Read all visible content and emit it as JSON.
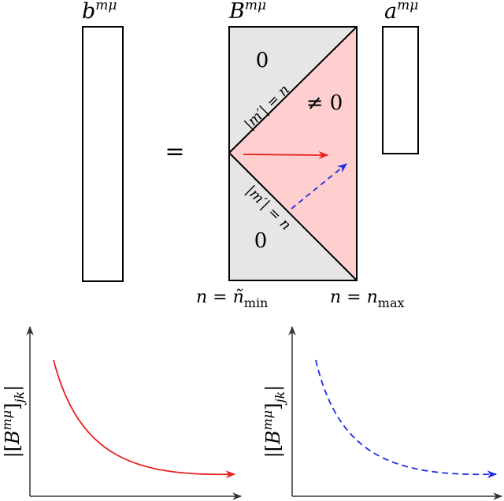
{
  "top": {
    "left_vector_label": {
      "base": "b",
      "sup": "mμ"
    },
    "equals": "=",
    "matrix_label": {
      "base": "B",
      "sup": "mμ"
    },
    "right_vector_label": {
      "base": "a",
      "sup": "mμ"
    },
    "region_top": "0",
    "region_bottom": "0",
    "region_right": "≠ 0",
    "diag_upper_label": {
      "lhs": "|m′|",
      "eq": " = ",
      "rhs": "n"
    },
    "diag_lower_label": {
      "lhs": "|m′|",
      "eq": " = ",
      "rhs": "n"
    },
    "bottom_left_label": {
      "lhs": "n",
      "eq": " = ",
      "rhs_base": "ñ",
      "rhs_sub": "min"
    },
    "bottom_right_label": {
      "lhs": "n",
      "eq": " = ",
      "rhs_base": "n",
      "rhs_sub": "max"
    }
  },
  "plots": [
    {
      "ylabel": {
        "open": "|[",
        "base": "B",
        "sup": "mμ",
        "close": "]",
        "sub": "jk",
        "bar": "|"
      },
      "style": "solid",
      "color": "#e8201c"
    },
    {
      "ylabel": {
        "open": "|[",
        "base": "B",
        "sup": "mμ",
        "close": "]",
        "sub": "jk",
        "bar": "|"
      },
      "style": "dashed",
      "color": "#1f2ee6"
    }
  ],
  "colors": {
    "gray_region": "#e6e6e6",
    "pink_region": "#ffcfd0",
    "red_arrow": "#e8201c",
    "blue_arrow": "#1f2ee6"
  }
}
